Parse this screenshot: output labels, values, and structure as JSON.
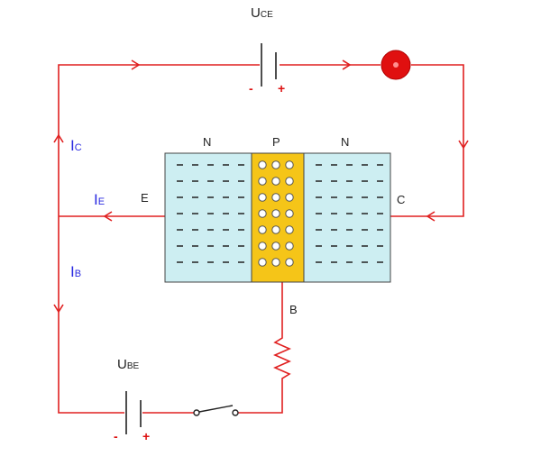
{
  "sources": {
    "uce": {
      "main": "U",
      "sub": "CE",
      "minus": "-",
      "plus": "+"
    },
    "ube": {
      "main": "U",
      "sub": "BE",
      "minus": "-",
      "plus": "+"
    }
  },
  "currents": {
    "ic": {
      "main": "I",
      "sub": "C"
    },
    "ie": {
      "main": "I",
      "sub": "E"
    },
    "ib": {
      "main": "I",
      "sub": "B"
    }
  },
  "regions": {
    "left": "N",
    "middle": "P",
    "right": "N"
  },
  "terminals": {
    "emitter": "E",
    "collector": "C",
    "base": "B"
  },
  "colors": {
    "wire": "#e02020",
    "n_region": "#cdeef2",
    "p_region": "#f5c518",
    "lamp": "#e01010",
    "current_label": "#2a2ae0"
  },
  "icons": {
    "lamp": "lamp-icon",
    "resistor": "resistor-icon",
    "switch": "switch-icon"
  }
}
